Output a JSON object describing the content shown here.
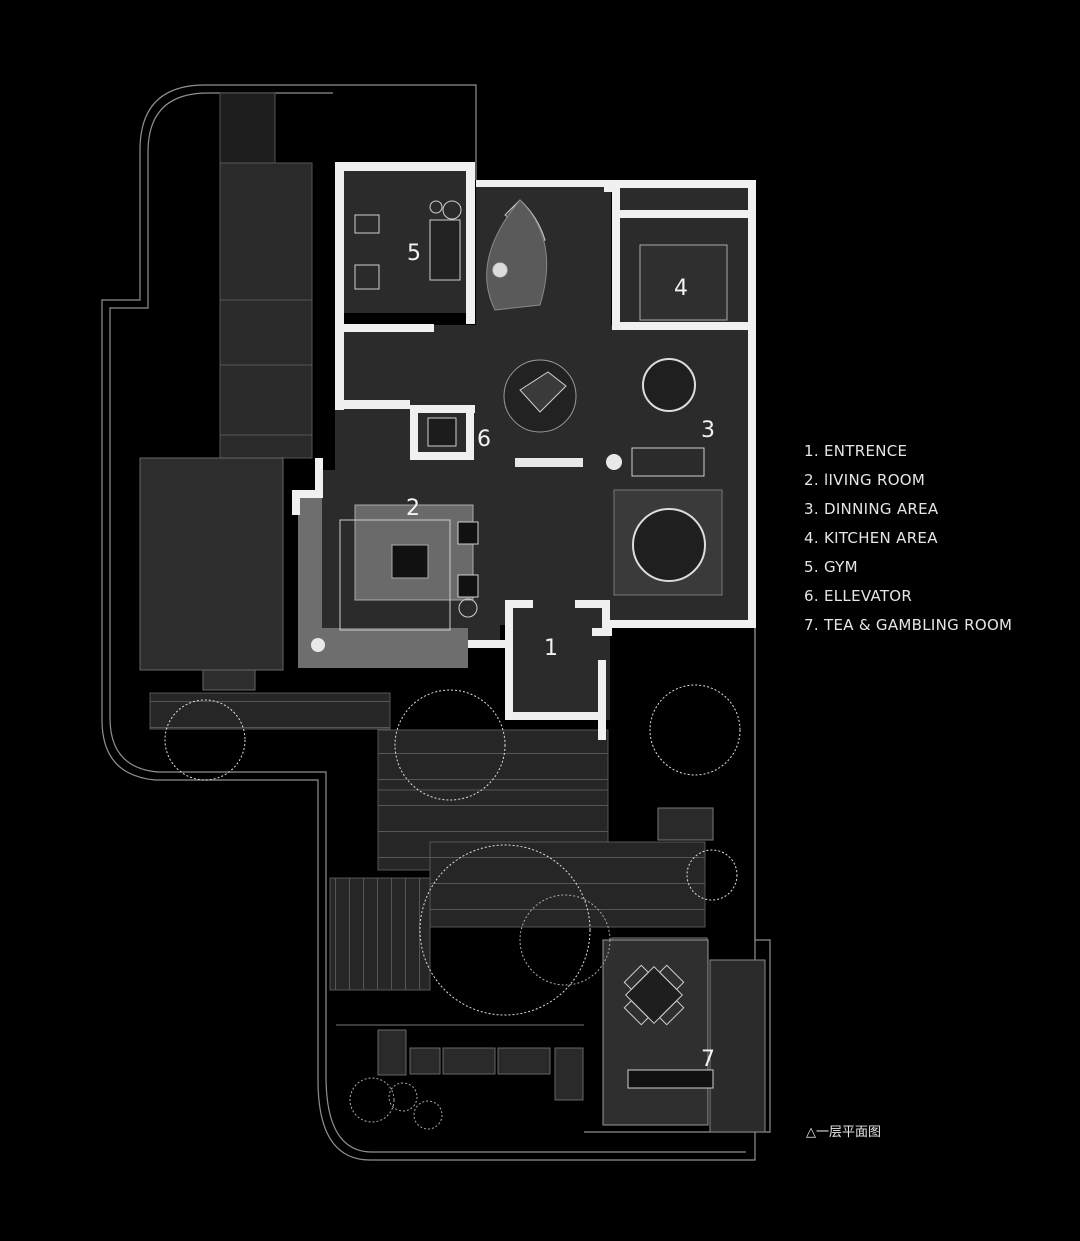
{
  "legend": {
    "items": [
      "1. ENTRENCE",
      "2. lIVING ROOM",
      "3. DINNING AREA",
      "4. KITCHEN AREA",
      "5. GYM",
      "6. ELLEVATOR",
      "7. TEA & GAMBLING ROOM"
    ]
  },
  "caption": "△一层平面图",
  "room_numbers": {
    "r1": "1",
    "r2": "2",
    "r3": "3",
    "r4": "4",
    "r5": "5",
    "r6": "6",
    "r7": "7"
  },
  "colors": {
    "background": "#000000",
    "interior_floor": "#2b2b2b",
    "walls": "#f0f0f0",
    "line_work": "#8a8a8a"
  }
}
